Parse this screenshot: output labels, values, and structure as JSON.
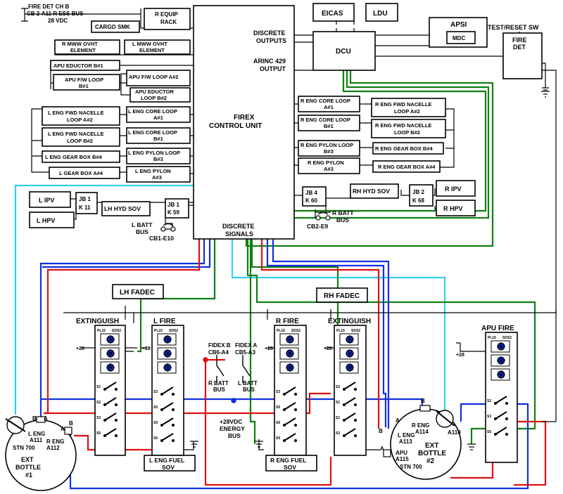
{
  "colors": {
    "blue": "#1030e0",
    "red": "#e01010",
    "green": "#108010",
    "cyan": "#30d0f0",
    "black": "#000000"
  },
  "top_left": {
    "fire_det_line1": "FIRE DET CH B",
    "fire_det_line2": "CB 2-A11 R ESS BUS",
    "fire_det_line3": "28 VDC",
    "cargo_smk": "CARGO SMK",
    "r_equip_rack_line1": "R EQUIP",
    "r_equip_rack_line2": "RACK"
  },
  "left_loops": {
    "r_mww_l1": "R MWW OVHT",
    "r_mww_l2": "ELEMENT",
    "l_mww_l1": "L MWW OVHT",
    "l_mww_l2": "ELEMENT",
    "apu_eductor_b1": "APU EDUCTOR B#1",
    "apu_fw_b1_l1": "APU F/W LOOP",
    "apu_fw_b1_l2": "B#1",
    "apu_fw_a2_l1": "APU F/W LOOP A#2",
    "apu_eductor_b2_l1": "APU EDUCTOR",
    "apu_eductor_b2_l2": "LOOP B#2",
    "l_eng_fwd_a2_l1": "L ENG FWD NACELLE",
    "l_eng_fwd_a2_l2": "LOOP A#2",
    "l_eng_core_a1_l1": "L ENG CORE LOOP",
    "l_eng_core_a1_l2": "A#1",
    "l_eng_fwd_b2_l1": "L ENG FWD NACELLE",
    "l_eng_fwd_b2_l2": "LOOP B#2",
    "l_eng_core_b1_l1": "L ENG CORE LOOP",
    "l_eng_core_b1_l2": "B#1",
    "l_eng_gear_b4": "L ENG GEAR BOX B#4",
    "l_eng_pylon_b3_l1": "L ENG PYLON LOOP",
    "l_eng_pylon_b3_l2": "B#3",
    "l_gear_a4": "L GEAR BOX A#4",
    "l_eng_pylon_a3_l1": "L ENG PYLON",
    "l_eng_pylon_a3_l2": "A#3"
  },
  "control_unit": {
    "title_line1": "FIREX",
    "title_line2": "CONTROL UNIT",
    "discrete_outputs_line1": "DISCRETE",
    "discrete_outputs_line2": "OUTPUTS",
    "arinc_line1": "ARINC 429",
    "arinc_line2": "OUTPUT",
    "discrete_signals_line1": "DISCRETE",
    "discrete_signals_line2": "SIGNALS"
  },
  "top_right": {
    "eicas": "EICAS",
    "ldu": "LDU",
    "dcu": "DCU",
    "apsi": "APSI",
    "mdc": "MDC",
    "test_reset": "TEST/RESET SW",
    "fire_det_line1": "FIRE",
    "fire_det_line2": "DET"
  },
  "right_loops": {
    "r_eng_core_a1_l1": "R ENG CORE LOOP",
    "r_eng_core_a1_l2": "A#1",
    "r_eng_fwd_a2_l1": "R ENG FWD NACELLE",
    "r_eng_fwd_a2_l2": "LOOP A#2",
    "r_eng_core_b1_l1": "R ENG CORE LOOP",
    "r_eng_core_b1_l2": "B#1",
    "r_eng_fwd_b2_l1": "R ENG FWD NACELLE",
    "r_eng_fwd_b2_l2": "LOOP B#2",
    "r_eng_pylon_b3_l1": "R ENG PYLON LOOP",
    "r_eng_pylon_b3_l2": "B#3",
    "r_eng_gear_b4": "R ENG GEAR BOX B#4",
    "r_eng_pylon_a3_l1": "R ENG PYLON",
    "r_eng_pylon_a3_l2": "A#3",
    "r_eng_gear_a4": "R ENG GEAR BOX A#4"
  },
  "junction": {
    "l_ipv": "L IPV",
    "l_hpv": "L HPV",
    "jb1_k11_l1": "JB 1",
    "jb1_k11_l2": "K 11",
    "lh_hyd_sov": "LH HYD SOV",
    "jb1_k59_l1": "JB 1",
    "jb1_k59_l2": "K 59",
    "l_batt_l1": "L BATT",
    "l_batt_l2": "BUS",
    "cb1_e10": "CB1-E10",
    "jb4_k60_l1": "JB 4",
    "jb4_k60_l2": "K 60",
    "rh_hyd_sov": "RH HYD SOV",
    "r_batt_l1": "R BATT",
    "r_batt_l2": "BUS",
    "cb2_e9": "CB2-E9",
    "jb2_k68_l1": "JB 2",
    "jb2_k68_l2": "K 68",
    "r_ipv": "R IPV",
    "r_hpv": "R HPV"
  },
  "bottom": {
    "lh_fadec": "LH FADEC",
    "rh_fadec": "RH FADEC",
    "extinguish_left": "EXTINGUISH",
    "l_fire": "L FIRE",
    "r_fire": "R FIRE",
    "extinguish_right": "EXTINGUISH",
    "apu_fire": "APU FIRE",
    "pl15": "PL15",
    "sds": "SDS2",
    "plus28": "+28",
    "fidex_b_l1": "FIDEX B",
    "fidex_b_l2": "CB6-A4",
    "fidex_a_l1": "FIDEX A",
    "fidex_a_l2": "CB5-A3",
    "r_batt_bus_l1": "R BATT",
    "r_batt_bus_l2": "BUS",
    "l_batt_bus_l1": "L BATT",
    "l_batt_bus_l2": "BUS",
    "energy_l1": "+28VDC",
    "energy_l2": "ENERGY",
    "energy_l3": "BUS",
    "l_eng_fuel_l1": "L ENG FUEL",
    "l_eng_fuel_l2": "SOV",
    "r_eng_fuel_l1": "R ENG FUEL",
    "r_eng_fuel_l2": "SOV",
    "s1": "S1",
    "s2": "S2",
    "s3": "S3",
    "s5": "S5",
    "s6": "S6",
    "s9": "S9"
  },
  "bottles": {
    "b1_l_eng_l1": "L ENG",
    "b1_l_eng_l2": "A111",
    "b1_r_eng_l1": "R ENG",
    "b1_r_eng_l2": "A112",
    "b1_stn": "STN 700",
    "b1_ext_l1": "EXT",
    "b1_ext_l2": "BOTTLE",
    "b1_ext_l3": "#1",
    "b2_r_eng_l1": "R ENG",
    "b2_r_eng_l2": "A114",
    "b2_l_eng_l1": "L ENG",
    "b2_l_eng_l2": "A113",
    "b2_apu_l1": "APU",
    "b2_apu_l2": "A115",
    "b2_a110": "A110",
    "b2_stn": "STN 700",
    "b2_ext_l1": "EXT",
    "b2_ext_l2": "BOTTLE",
    "b2_ext_l3": "#2",
    "port_a": "A",
    "port_b": "B"
  }
}
